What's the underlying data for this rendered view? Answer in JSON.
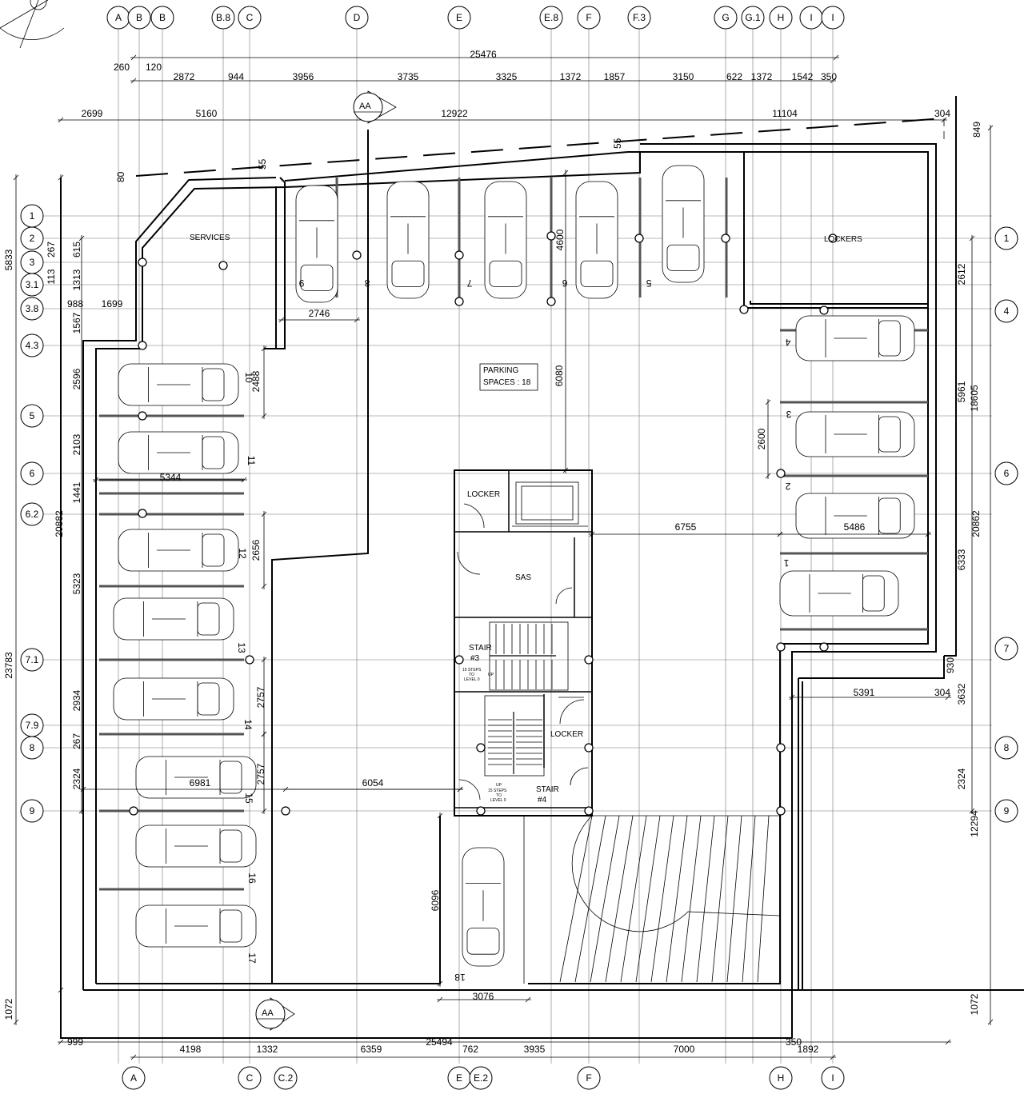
{
  "grid_top": [
    "A",
    "B",
    "B",
    "B.8",
    "C",
    "D",
    "E",
    "E.8",
    "F",
    "F.3",
    "G",
    "G.1",
    "H",
    "I",
    "I"
  ],
  "grid_bottom": [
    "A",
    "C",
    "C.2",
    "E",
    "E.2",
    "F",
    "H",
    "I"
  ],
  "grid_left": [
    "1",
    "2",
    "3",
    "3.1",
    "3.8",
    "4.3",
    "5",
    "6",
    "6.2",
    "7.1",
    "7.9",
    "8",
    "9"
  ],
  "grid_right": [
    "1",
    "4",
    "6",
    "7",
    "8",
    "9"
  ],
  "rooms": {
    "services": "SERVICES",
    "lockers": "LOCKERS",
    "locker_1": "LOCKER",
    "locker_2": "LOCKER",
    "sas": "SAS",
    "stair3": "STAIR",
    "stair3_num": "#3",
    "stair4": "STAIR",
    "stair4_num": "#4",
    "stair3_note_1": "15 STEPS",
    "stair3_note_2": "TO",
    "stair3_note_3": "LEVEL 0",
    "stair3_up": "UP",
    "stair4_up": "UP",
    "stair4_note_1": "15 STEPS",
    "stair4_note_2": "TO",
    "stair4_note_3": "LEVEL 0"
  },
  "parking_box": {
    "line1": "PARKING",
    "line2": "SPACES : 18"
  },
  "section_mark": "AA",
  "space_numbers": [
    "1",
    "2",
    "3",
    "4",
    "5",
    "6",
    "7",
    "8",
    "9",
    "10",
    "11",
    "12",
    "13",
    "14",
    "15",
    "16",
    "17",
    "18"
  ],
  "dims_top": {
    "overall": "25476",
    "d260": "260",
    "d120": "120",
    "row": [
      "2872",
      "944",
      "3956",
      "3735",
      "3325",
      "1372",
      "1857",
      "3150",
      "622",
      "1372",
      "1542",
      "350"
    ],
    "row2": [
      "2699",
      "5160",
      "12922",
      "11104",
      "304"
    ],
    "d849": "849",
    "d55a": "55",
    "d55b": "55",
    "d80": "80"
  },
  "dims_left": {
    "d5833": "5833",
    "d267a": "267",
    "d615": "615",
    "d113": "113",
    "d1313": "1313",
    "d988": "988",
    "d1699": "1699",
    "d1567": "1567",
    "d2596": "2596",
    "d2103": "2103",
    "d1441": "1441",
    "d20882": "20882",
    "d5323": "5323",
    "d23783": "23783",
    "d2934": "2934",
    "d267b": "267",
    "d2324": "2324",
    "d1072": "1072"
  },
  "dims_inner": {
    "d2746": "2746",
    "d2488": "2488",
    "d5344": "5344",
    "d2656": "2656",
    "d2757a": "2757",
    "d2757b": "2757",
    "d6981": "6981",
    "d6054": "6054",
    "d6096": "6096",
    "d3076": "3076",
    "d4600": "4600",
    "d6080": "6080",
    "d6755": "6755",
    "d5486": "5486",
    "d2600": "2600",
    "d5391": "5391",
    "d304b": "304"
  },
  "dims_right": {
    "d2612": "2612",
    "d5961": "5961",
    "d18605": "18605",
    "d20862": "20862",
    "d6333": "6333",
    "d930": "930",
    "d3632": "3632",
    "d2324": "2324",
    "d12294": "12294",
    "d1072": "1072"
  },
  "dims_bottom": {
    "overall": "25494",
    "row": [
      "999",
      "4198",
      "1332",
      "6359",
      "762",
      "3935",
      "7000",
      "350",
      "1892"
    ]
  }
}
